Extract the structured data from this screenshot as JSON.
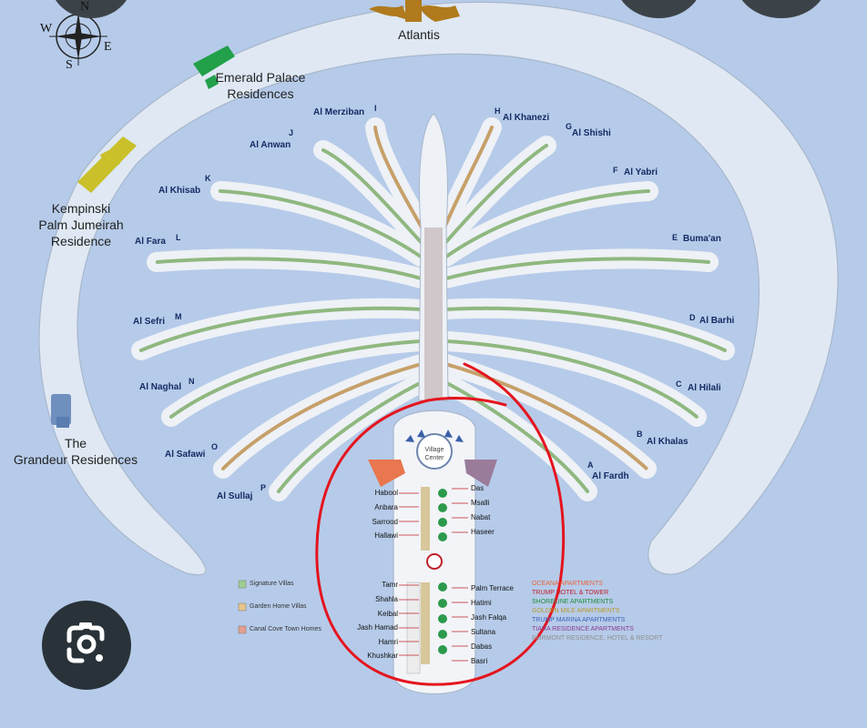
{
  "compass": {
    "n": "N",
    "s": "S",
    "e": "E",
    "w": "W"
  },
  "residences": {
    "atlantis": "Atlantis",
    "emerald_1": "Emerald Palace",
    "emerald_2": "Residences",
    "kempinski_1": "Kempinski",
    "kempinski_2": "Palm Jumeirah",
    "kempinski_3": "Residence",
    "grandeur_1": "The",
    "grandeur_2": "Grandeur Residences"
  },
  "fronds_left": [
    {
      "name": "Al Merziban",
      "letter": "I"
    },
    {
      "name": "Al Anwan",
      "letter": "J"
    },
    {
      "name": "Al Khisab",
      "letter": "K"
    },
    {
      "name": "Al Fara",
      "letter": "L"
    },
    {
      "name": "Al Sefri",
      "letter": "M"
    },
    {
      "name": "Al Naghal",
      "letter": "N"
    },
    {
      "name": "Al Safawi",
      "letter": "O"
    },
    {
      "name": "Al Sullaj",
      "letter": "P"
    }
  ],
  "fronds_right": [
    {
      "name": "Al Khanezi",
      "letter": "H"
    },
    {
      "name": "Al Shishi",
      "letter": "G"
    },
    {
      "name": "Al Yabri",
      "letter": "F"
    },
    {
      "name": "Buma'an",
      "letter": "E"
    },
    {
      "name": "Al Barhi",
      "letter": "D"
    },
    {
      "name": "Al Hilali",
      "letter": "C"
    },
    {
      "name": "Al Khalas",
      "letter": "B"
    },
    {
      "name": "Al Fardh",
      "letter": "A"
    }
  ],
  "village_center": {
    "line1": "Village",
    "line2": "Center"
  },
  "trunk_left_upper": [
    "Habool",
    "Anbara",
    "Sarrood",
    "Hallawi"
  ],
  "trunk_right_upper": [
    "Das",
    "Msalli",
    "Nabat",
    "Haseer"
  ],
  "trunk_left_lower": [
    "Tamr",
    "Shahla",
    "Keibal",
    "Jash Hamad",
    "Hamri",
    "Khushkar"
  ],
  "trunk_right_lower": [
    "Palm Terrace",
    "Hatimi",
    "Jash Falqa",
    "Sultana",
    "Dabas",
    "Basri"
  ],
  "legend": [
    {
      "label": "Signature Villas",
      "color": "#9fce8f"
    },
    {
      "label": "Garden Home Villas",
      "color": "#e7c48c"
    },
    {
      "label": "Canal Cove Town Homes",
      "color": "#e79e8c"
    }
  ],
  "developments": [
    {
      "label": "OCEANA APARTMENTS",
      "color": "#e8663a"
    },
    {
      "label": "TRUMP HOTEL & TOWER",
      "color": "#c0202a"
    },
    {
      "label": "SHORELINE APARTMENTS",
      "color": "#1f8c3c"
    },
    {
      "label": "GOLDEN MILE APARTMENTS",
      "color": "#b89a2a"
    },
    {
      "label": "TRUMP MARINA APARTMENTS",
      "color": "#3f63b8"
    },
    {
      "label": "TIARA RESIDENCE APARTMENTS",
      "color": "#8a3d8e"
    },
    {
      "label": "FAIRMONT RESIDENCE, HOTEL & RESORT",
      "color": "#8f8f8f"
    }
  ],
  "icons": {
    "lens": "google-lens-icon",
    "compass": "compass-rose-icon"
  }
}
